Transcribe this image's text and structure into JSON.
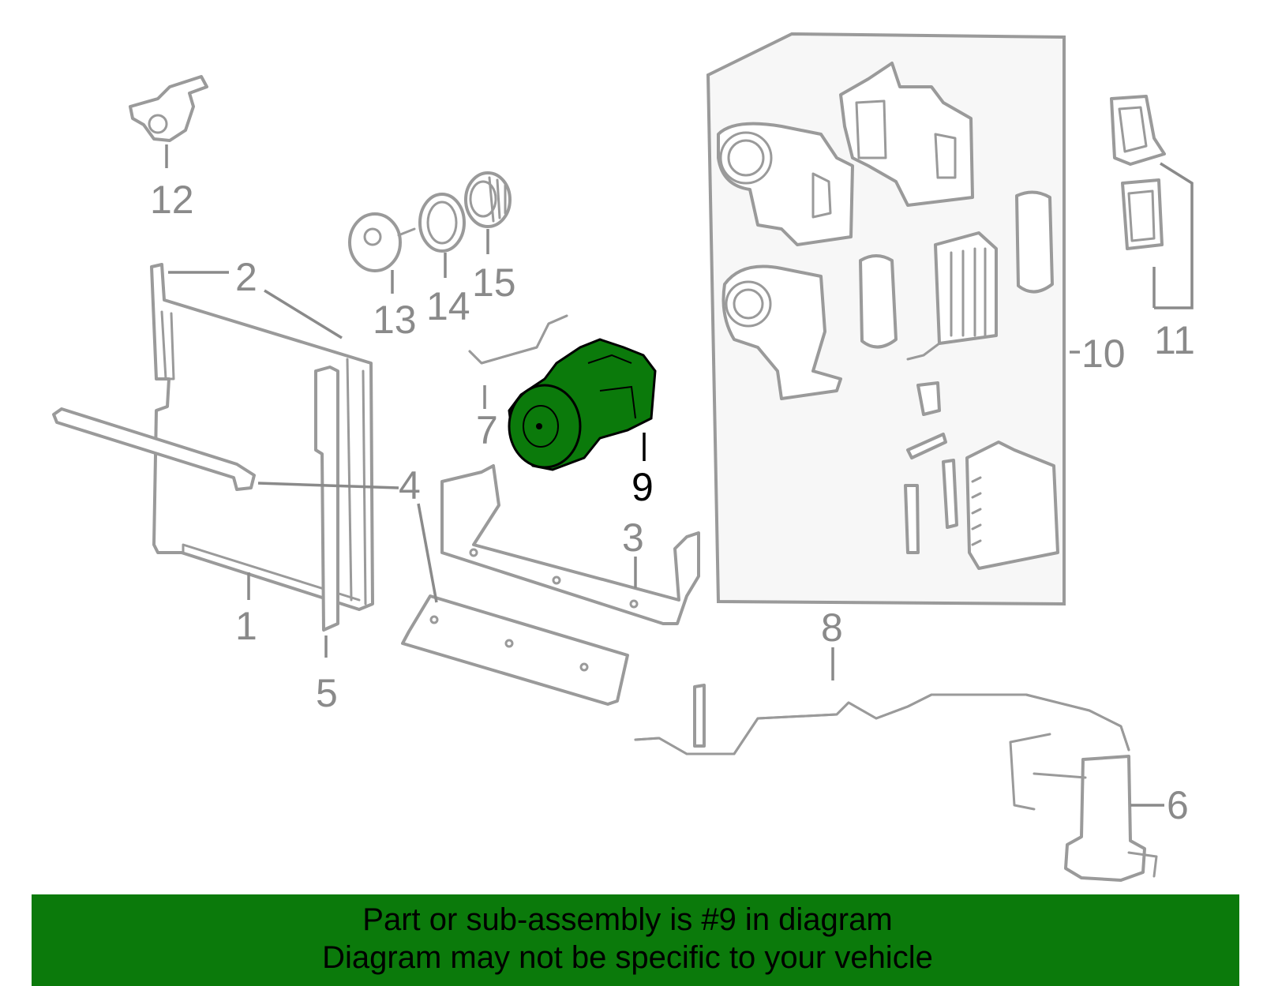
{
  "callouts": [
    {
      "id": "1",
      "text": "1"
    },
    {
      "id": "2",
      "text": "2"
    },
    {
      "id": "3",
      "text": "3"
    },
    {
      "id": "4",
      "text": "4"
    },
    {
      "id": "5",
      "text": "5"
    },
    {
      "id": "6",
      "text": "6"
    },
    {
      "id": "7",
      "text": "7"
    },
    {
      "id": "8",
      "text": "8"
    },
    {
      "id": "9",
      "text": "9"
    },
    {
      "id": "10",
      "text": "10"
    },
    {
      "id": "11",
      "text": "11"
    },
    {
      "id": "12",
      "text": "12"
    },
    {
      "id": "13",
      "text": "13"
    },
    {
      "id": "14",
      "text": "14"
    },
    {
      "id": "15",
      "text": "15"
    }
  ],
  "highlighted_part": "9",
  "colors": {
    "highlight_fill": "#0b7a0b",
    "line_gray": "#9a9a9a",
    "panel_bg": "#f7f7f7",
    "banner_bg": "#0b7a0b"
  },
  "banner": {
    "line1": "Part or sub-assembly is #9 in diagram",
    "line2": "Diagram may not be specific to your vehicle"
  }
}
